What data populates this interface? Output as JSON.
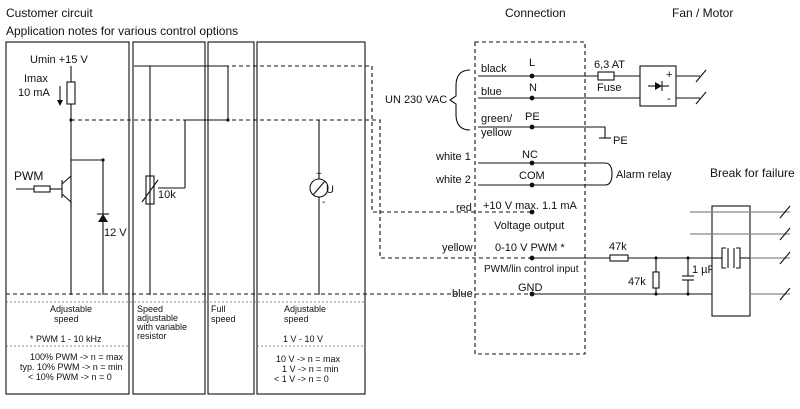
{
  "headers": {
    "customer_circuit": "Customer circuit",
    "app_notes": "Application notes for various control options",
    "connection": "Connection",
    "fan_motor": "Fan / Motor",
    "break_for_failure": "Break for failure"
  },
  "pwm_circuit": {
    "umin": "Umin +15 V",
    "imax": "Imax",
    "imax_val": "10 mA",
    "pwm": "PWM",
    "zener": "12 V"
  },
  "pot_circuit": {
    "resistor": "10k"
  },
  "meter_circuit": {
    "u_label": "U",
    "plus": "+",
    "minus": "-"
  },
  "bottom_notes": {
    "col1_title": "Adjustable",
    "col1_title2": "speed",
    "col1_pwm": "* PWM 1 - 10 kHz",
    "col1_l1": "100% PWM -> n = max",
    "col1_l2": "typ. 10% PWM -> n = min",
    "col1_l3": "< 10% PWM -> n = 0",
    "col2_l1": "Speed",
    "col2_l2": "adjustable",
    "col2_l3": "with variable",
    "col2_l4": "resistor",
    "col3_l1": "Full",
    "col3_l2": "speed",
    "col4_l1": "Adjustable",
    "col4_l2": "speed",
    "col4_range": "1 V - 10 V",
    "col4_n1": "10 V -> n = max",
    "col4_n2": "1 V -> n = min",
    "col4_n3": "< 1 V -> n = 0"
  },
  "connection": {
    "un": "UN 230 VAC",
    "black": "black",
    "L": "L",
    "blue1": "blue",
    "N": "N",
    "green": "green/",
    "yellow1": "yellow",
    "PE": "PE",
    "white1": "white 1",
    "NC": "NC",
    "white2": "white 2",
    "COM": "COM",
    "red": "red",
    "plus10": "+10 V max. 1.1 mA",
    "voltage_output": "Voltage output",
    "yellow2": "yellow",
    "pwm_in": "0-10 V  PWM *",
    "pwm_ctrl": "PWM/lin control input",
    "blue2": "blue",
    "GND": "GND"
  },
  "right": {
    "fuse_val": "6,3 AT",
    "fuse": "Fuse",
    "pe_out": "PE",
    "alarm": "Alarm relay",
    "r1": "47k",
    "r2": "47k",
    "cap": "1 µF",
    "motor_plus": "+",
    "motor_minus": "-"
  }
}
